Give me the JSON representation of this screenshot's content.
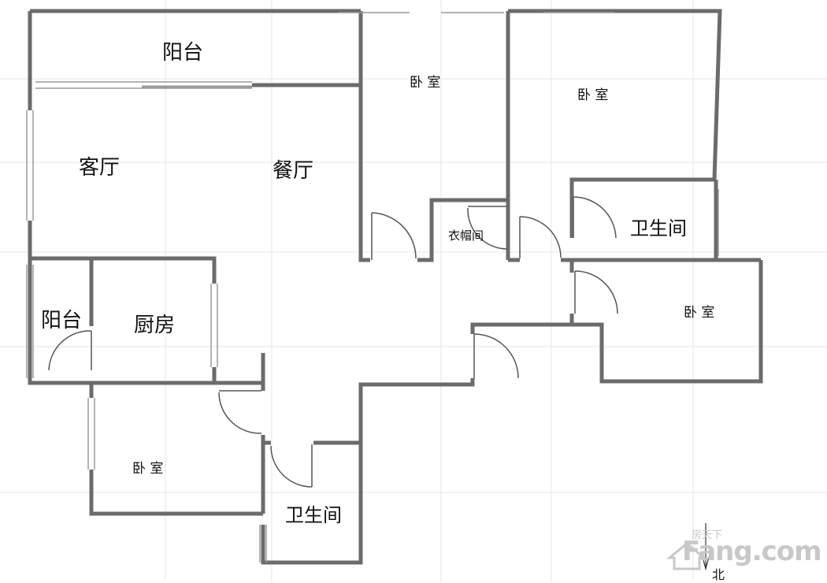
{
  "rooms": {
    "balcony_top": "阳台",
    "living_room": "客厅",
    "dining_room": "餐厅",
    "bedroom_1": "卧 室",
    "bedroom_2": "卧 室",
    "walk_in_closet": "衣帽间",
    "bathroom_1": "卫生间",
    "bedroom_3": "卧 室",
    "balcony_left": "阳台",
    "kitchen": "厨房",
    "bedroom_4": "卧 室",
    "bathroom_2": "卫生间"
  },
  "compass": {
    "north": "北"
  },
  "watermark": {
    "brand": "Fang.com",
    "cn": "房天下"
  },
  "colors": {
    "wall": "#6b6b6b",
    "grid": "#e4e4e4",
    "door": "#555555",
    "watermark": "#c8c8c8"
  }
}
